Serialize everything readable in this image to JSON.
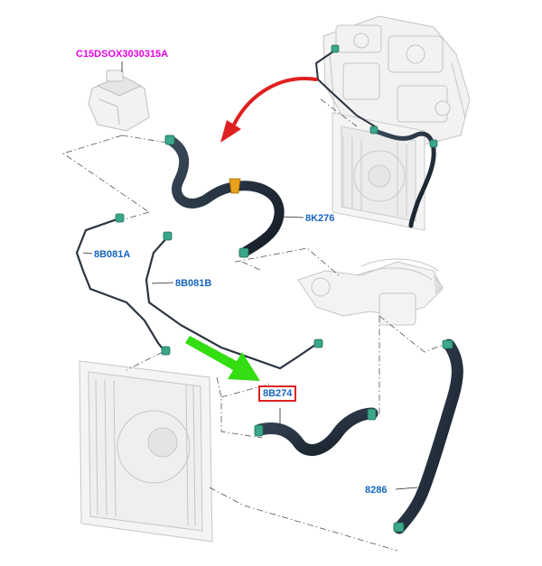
{
  "diagram": {
    "document_code": "C15DSOX3030315A",
    "labels": {
      "hose_upper": "8K276",
      "tube_a": "8B081A",
      "tube_b": "8B081B",
      "hose_highlighted": "8B274",
      "hose_lower": "8286"
    },
    "colors": {
      "document_code": "#e600e6",
      "part_label": "#1565c0",
      "highlight_box": "#e02020",
      "arrow_red": "#e02020",
      "arrow_green": "#33dd11",
      "hose": "#1f2a36",
      "clamp": "#3aa68a",
      "ghost_part": "#c8c8c8"
    }
  }
}
